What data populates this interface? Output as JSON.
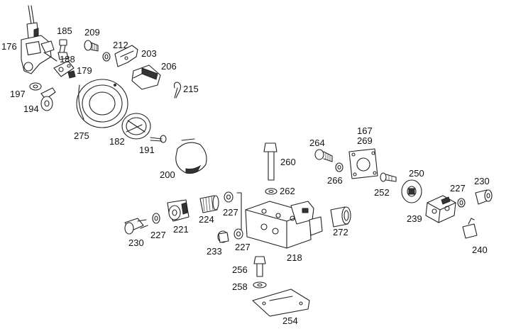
{
  "diagram": {
    "colors": {
      "line": "#222222",
      "background": "#ffffff",
      "text": "#111111"
    },
    "callouts": [
      {
        "id": "c176",
        "label": "176"
      },
      {
        "id": "c185",
        "label": "185"
      },
      {
        "id": "c209",
        "label": "209"
      },
      {
        "id": "c212",
        "label": "212"
      },
      {
        "id": "c188",
        "label": "188"
      },
      {
        "id": "c179",
        "label": "179"
      },
      {
        "id": "c203",
        "label": "203"
      },
      {
        "id": "c206",
        "label": "206"
      },
      {
        "id": "c215",
        "label": "215"
      },
      {
        "id": "c197",
        "label": "197"
      },
      {
        "id": "c194",
        "label": "194"
      },
      {
        "id": "c275",
        "label": "275"
      },
      {
        "id": "c182",
        "label": "182"
      },
      {
        "id": "c191",
        "label": "191"
      },
      {
        "id": "c200",
        "label": "200"
      },
      {
        "id": "c167",
        "label": "167"
      },
      {
        "id": "c269",
        "label": "269"
      },
      {
        "id": "c264",
        "label": "264"
      },
      {
        "id": "c260",
        "label": "260"
      },
      {
        "id": "c266",
        "label": "266"
      },
      {
        "id": "c250",
        "label": "250"
      },
      {
        "id": "c230a",
        "label": "230"
      },
      {
        "id": "c227a",
        "label": "227"
      },
      {
        "id": "c252",
        "label": "252"
      },
      {
        "id": "c262",
        "label": "262"
      },
      {
        "id": "c227b",
        "label": "227"
      },
      {
        "id": "c224",
        "label": "224"
      },
      {
        "id": "c239",
        "label": "239"
      },
      {
        "id": "c272",
        "label": "272"
      },
      {
        "id": "c240",
        "label": "240"
      },
      {
        "id": "c230b",
        "label": "230"
      },
      {
        "id": "c227c",
        "label": "227"
      },
      {
        "id": "c221",
        "label": "221"
      },
      {
        "id": "c233",
        "label": "233"
      },
      {
        "id": "c227d",
        "label": "227"
      },
      {
        "id": "c218",
        "label": "218"
      },
      {
        "id": "c256",
        "label": "256"
      },
      {
        "id": "c258",
        "label": "258"
      },
      {
        "id": "c254",
        "label": "254"
      }
    ]
  }
}
